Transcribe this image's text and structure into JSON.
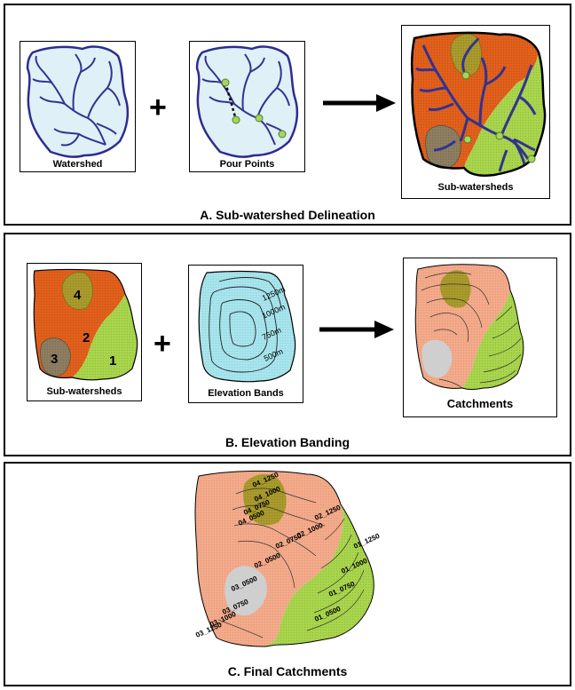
{
  "panel_a": {
    "title": "A. Sub-watershed Delineation",
    "watershed_label": "Watershed",
    "pour_points_label": "Pour Points",
    "subwatersheds_label": "Sub-watersheds",
    "plus": "+",
    "arrow_icon": "right-arrow-icon"
  },
  "panel_b": {
    "title": "B. Elevation Banding",
    "subwatersheds_label": "Sub-watersheds",
    "elevation_bands_label": "Elevation Bands",
    "catchments_label": "Catchments",
    "plus": "+",
    "subwatershed_numbers": [
      "1",
      "2",
      "3",
      "4"
    ],
    "elevation_labels": [
      "1250m",
      "1000m",
      "750m",
      "500m"
    ]
  },
  "panel_c": {
    "title": "C. Final Catchments",
    "catchment_labels": {
      "c04_1250": "04_1250",
      "c04_1000": "04_1000",
      "c04_0750": "04_0750",
      "c04_0500": "04_0500",
      "c02_1250": "02_1250",
      "c02_1000": "02_1000",
      "c02_0750": "02_0750",
      "c02_0500": "02_0500",
      "c01_1250": "01_1250",
      "c01_1000": "01_1000",
      "c01_0750": "01_0750",
      "c01_0500": "01_0500",
      "c03_0500": "03_0500",
      "c03_0750": "03_0750",
      "c03_1000": "03_1000",
      "c03_1250": "03_1250"
    }
  },
  "colors": {
    "watershed_fill": "#dff0f7",
    "boundary": "#2d2d8f",
    "stream": "#33338f",
    "pour_point": "#a4d65e",
    "sub1_green": "#a8d44e",
    "sub2_orange": "#e0601c",
    "sub3_gray": "#8d7e62",
    "sub4_olive": "#a89a2c",
    "elevation_fill": "#a8e4ec",
    "catch_salmon": "#f2aa8a",
    "catch_gray": "#cfcfcf"
  }
}
